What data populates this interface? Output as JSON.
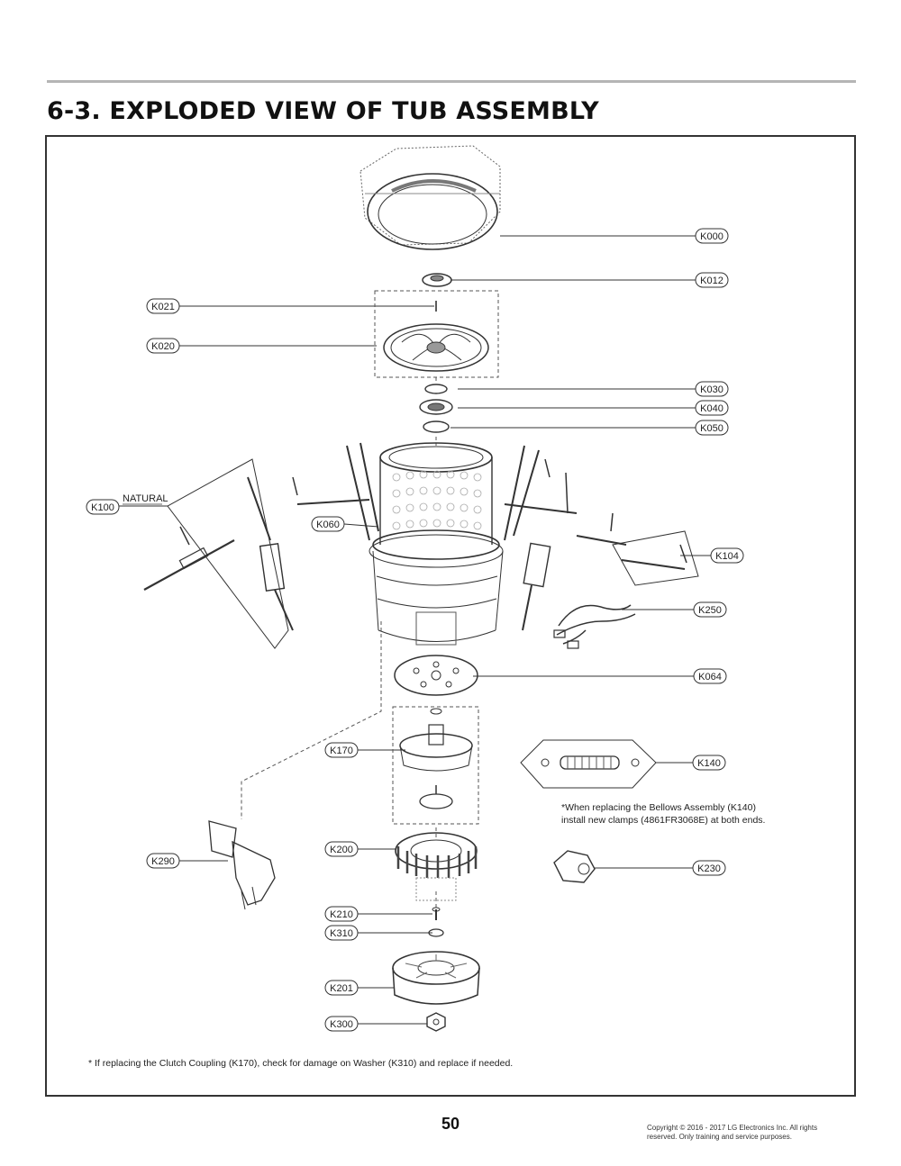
{
  "title": "6-3. EXPLODED VIEW OF TUB ASSEMBLY",
  "labels": {
    "k000": "K000",
    "k012": "K012",
    "k021": "K021",
    "k020": "K020",
    "k030": "K030",
    "k040": "K040",
    "k050": "K050",
    "k060": "K060",
    "k100": "K100",
    "natural": "NATURAL",
    "k104": "K104",
    "k250": "K250",
    "k064": "K064",
    "k170": "K170",
    "k140": "K140",
    "k200": "K200",
    "k290": "K290",
    "k230": "K230",
    "k210": "K210",
    "k310": "K310",
    "k201": "K201",
    "k300": "K300"
  },
  "notes": {
    "bellows_line1": "*When replacing the Bellows Assembly (K140)",
    "bellows_line2": "install new clamps (4861FR3068E) at both ends.",
    "clutch": "* If replacing the Clutch Coupling (K170), check for damage on Washer (K310) and replace if needed."
  },
  "footer": {
    "page_number": "50",
    "copyright_line1": "Copyright © 2016 - 2017 LG Electronics Inc. All rights",
    "copyright_line2": "reserved. Only training and service purposes."
  }
}
